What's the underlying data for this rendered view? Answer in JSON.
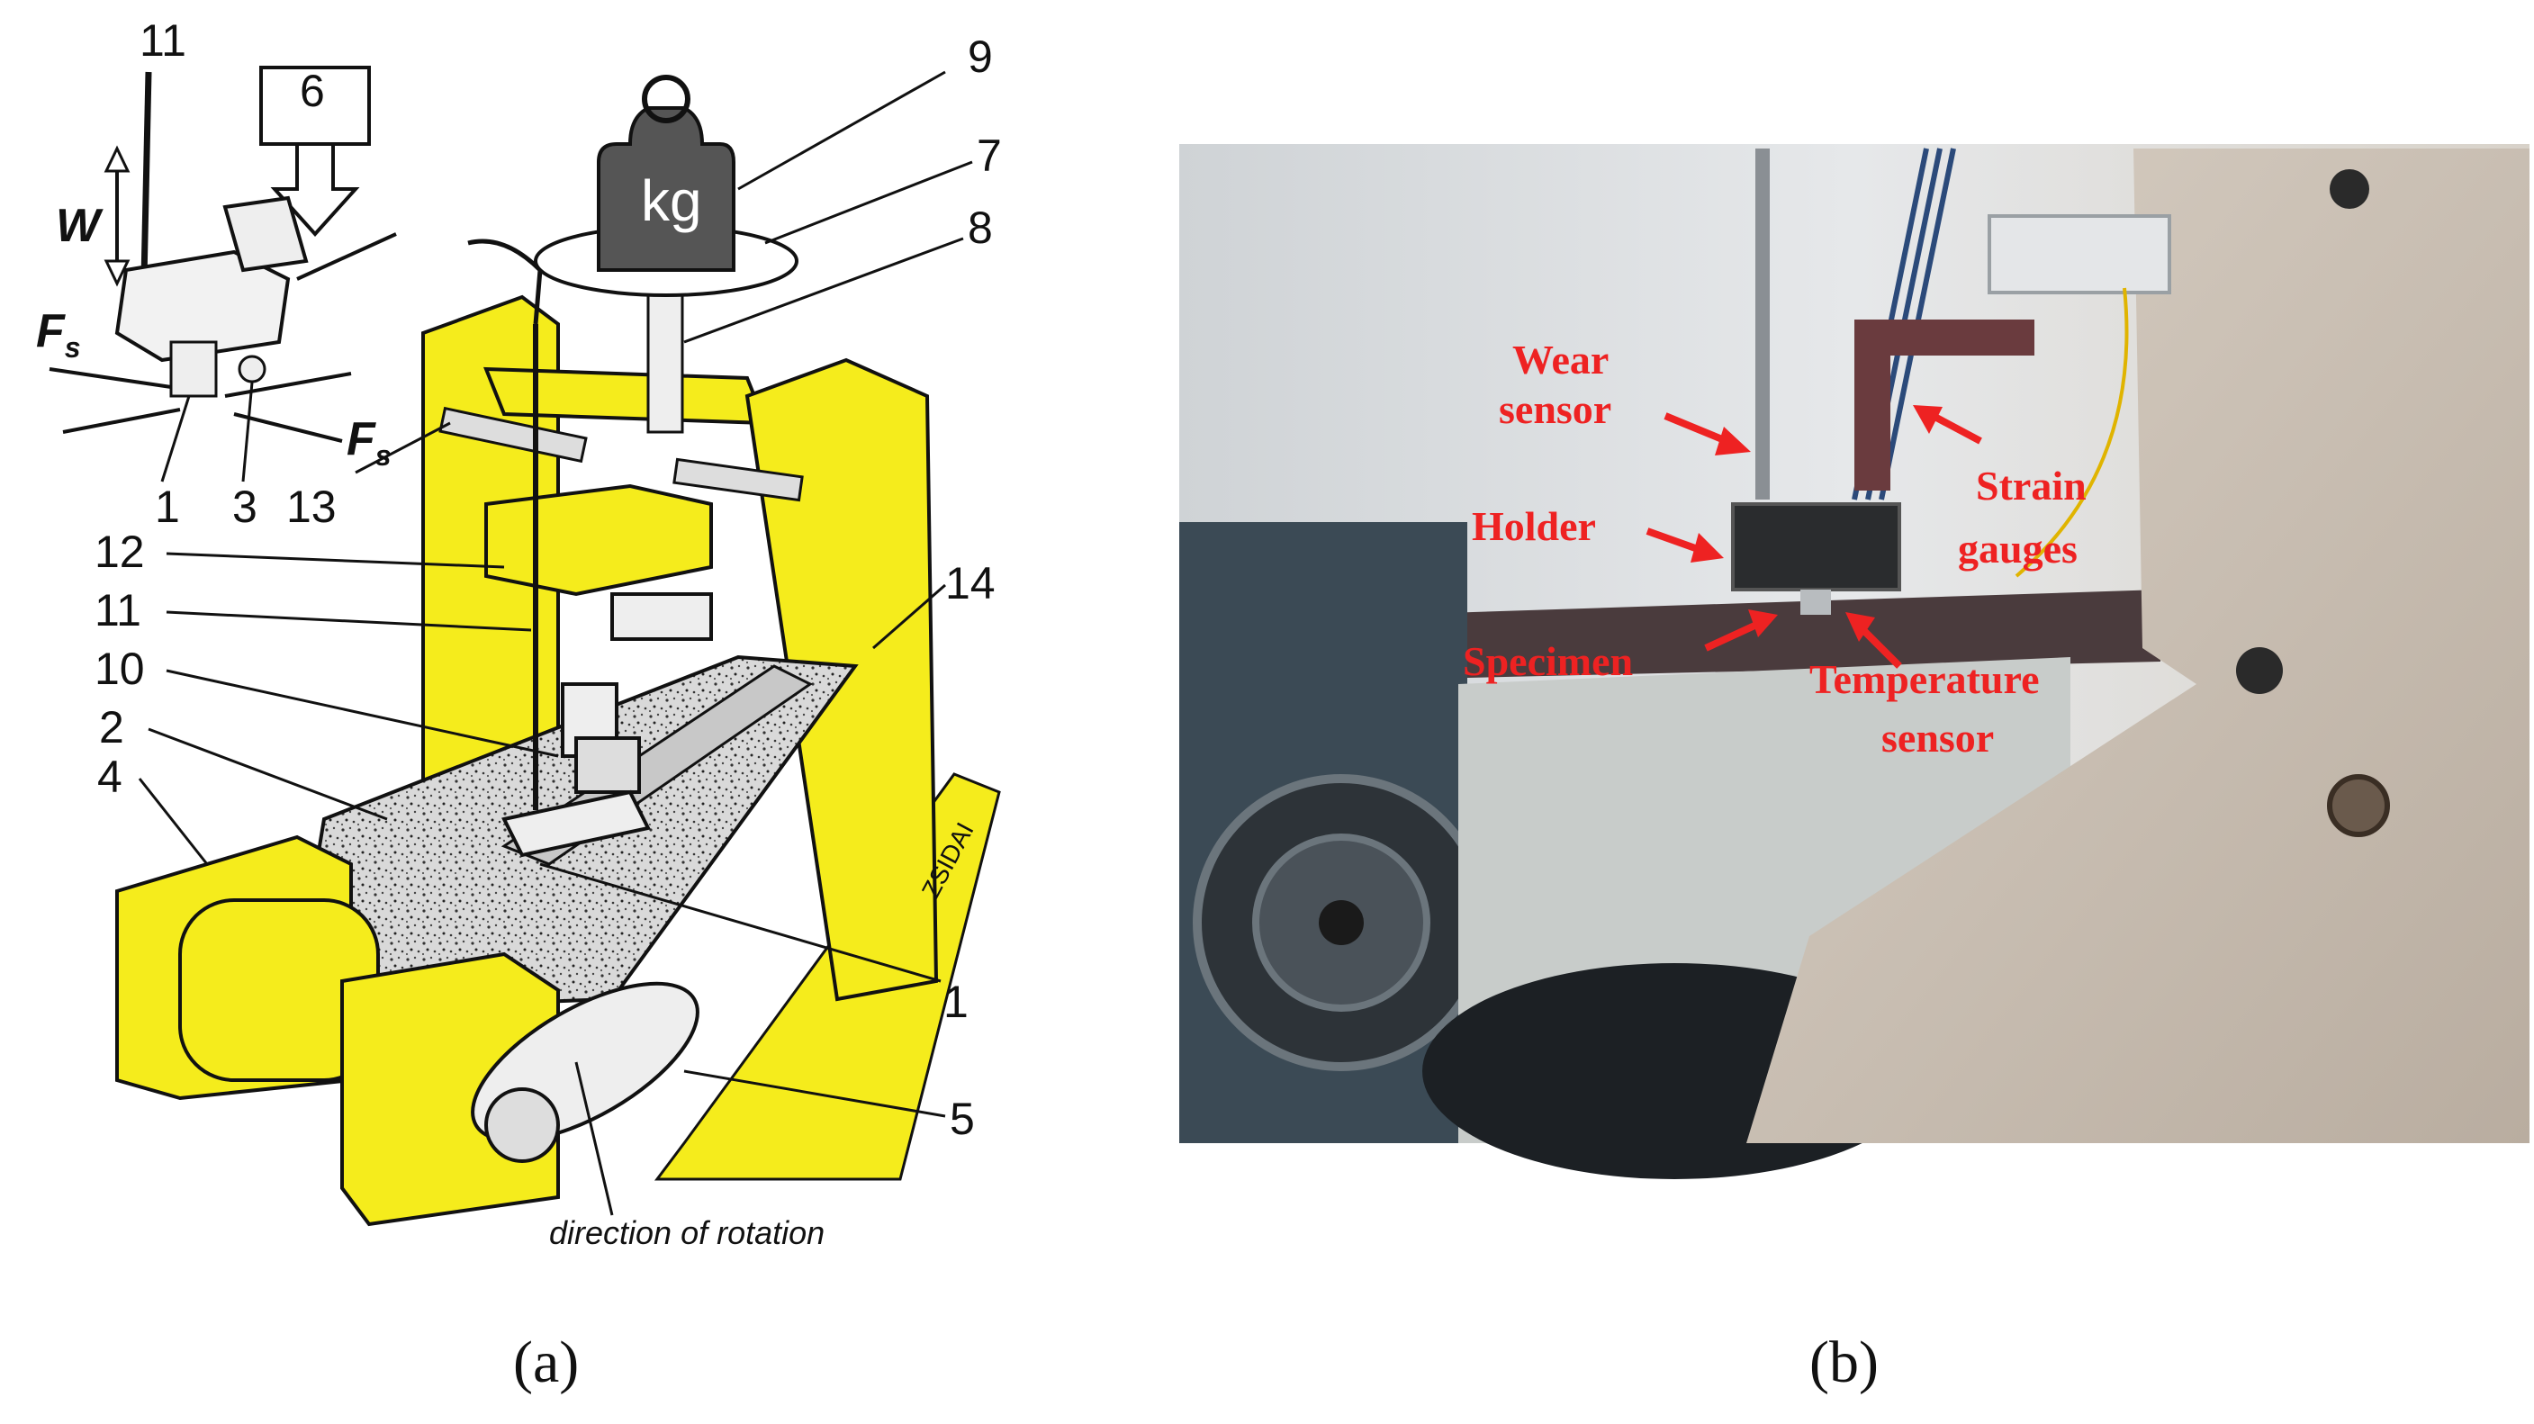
{
  "panel_a": {
    "label": "(a)",
    "callouts": {
      "n11_top": "11",
      "n6": "6",
      "n9": "9",
      "n7": "7",
      "n8": "8",
      "w": "W",
      "fs_left": "F",
      "fs_left_sub": "s",
      "fs_right": "F",
      "fs_right_sub": "s",
      "n1_top": "1",
      "n3": "3",
      "n13": "13",
      "n12": "12",
      "n11_mid": "11",
      "n10": "10",
      "n2": "2",
      "n4": "4",
      "n14": "14",
      "n1_bottom": "1",
      "n5": "5"
    },
    "weight_text": "kg",
    "signature": "ZSIDAI",
    "caption": "direction of rotation"
  },
  "panel_b": {
    "label": "(b)",
    "labels": {
      "wear_1": "Wear",
      "wear_2": "sensor",
      "holder": "Holder",
      "specimen": "Specimen",
      "strain_1": "Strain",
      "strain_2": "gauges",
      "temp_1": "Temperature",
      "temp_2": "sensor"
    }
  },
  "colors": {
    "frame_yellow": "#f5ec1c",
    "annotation_red": "#ee2222",
    "machine_beige": "#c9bfb3",
    "belt_dark": "#3a2e30"
  }
}
